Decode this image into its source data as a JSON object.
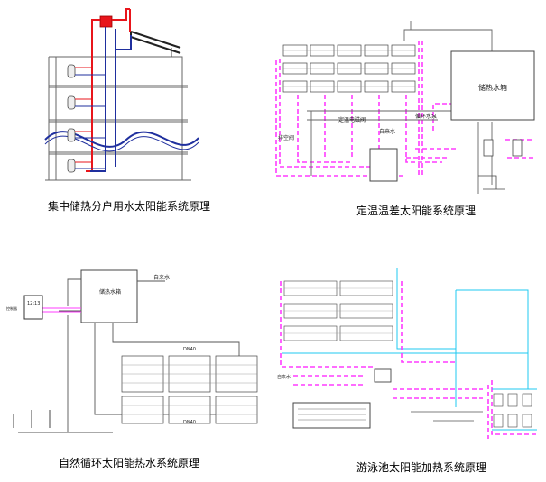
{
  "captions": {
    "top_left": "集中储热分户用水太阳能系统原理",
    "top_right": "定温温差太阳能系统原理",
    "bottom_left": "自然循环太阳能热水系统原理",
    "bottom_right": "游泳池太阳能加热系统原理"
  },
  "top_right_labels": {
    "storage_tank": "储热水箱",
    "solenoid_valve": "定温电磁阀",
    "circulation_pump": "循环水泵",
    "tap_water": "自来水",
    "drain_valve": "排空阀"
  },
  "bottom_left_labels": {
    "storage_tank": "储热水箱",
    "tap_water": "自来水",
    "pipe_dn40_upper": "DN40",
    "pipe_dn40_lower": "DN40",
    "controller_display": "12:13",
    "controller_tag": "控制器"
  },
  "bottom_right_labels": {
    "tap_water": "自来水"
  },
  "colors": {
    "hot_red": "#e8151b",
    "cold_blue": "#1f2f9e",
    "pink": "#ff3cff",
    "cyan": "#1fc8f0",
    "line": "#555555"
  }
}
